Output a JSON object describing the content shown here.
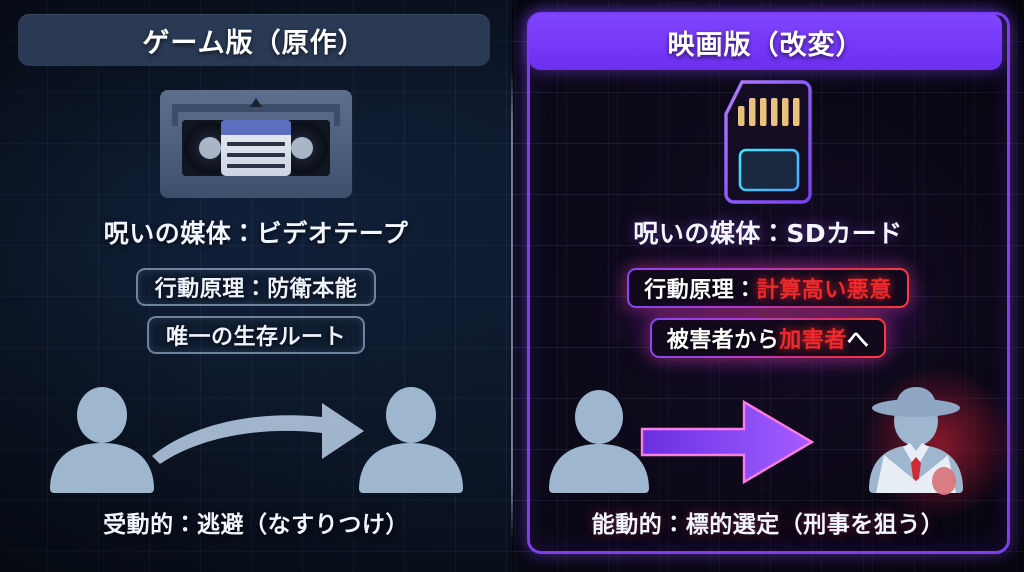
{
  "theme": {
    "bg": "#0b1322",
    "accent_purple": "#7a3ff0",
    "accent_red": "#f0292c",
    "header_left_bg": "#2a3a54",
    "silhouette": "#9fb6cf"
  },
  "panels": [
    {
      "id": "game",
      "header": "ゲーム版（原作）",
      "media_icon": "vhs-tape-icon",
      "media_label": "呪いの媒体：ビデオテープ",
      "chips": [
        {
          "text": "行動原理：防衛本能"
        },
        {
          "text": "唯一の生存ルート"
        }
      ],
      "actors": {
        "left_figure": "person-silhouette-icon",
        "right_figure": "person-silhouette-icon",
        "arrow": "curved-arrow-icon"
      },
      "caption": "受動的：逃避（なすりつけ）"
    },
    {
      "id": "movie",
      "header": "映画版（改変）",
      "media_icon": "sd-card-icon",
      "media_label": "呪いの媒体：SDカード",
      "chips": [
        {
          "plain": "行動原理：",
          "highlight": "計算高い悪意"
        },
        {
          "plain_before": "被害者から",
          "highlight": "加害者",
          "plain_after": "へ"
        }
      ],
      "actors": {
        "left_figure": "person-silhouette-icon",
        "right_figure": "detective-silhouette-icon",
        "arrow": "straight-arrow-icon"
      },
      "caption": "能動的：標的選定（刑事を狙う）"
    }
  ]
}
